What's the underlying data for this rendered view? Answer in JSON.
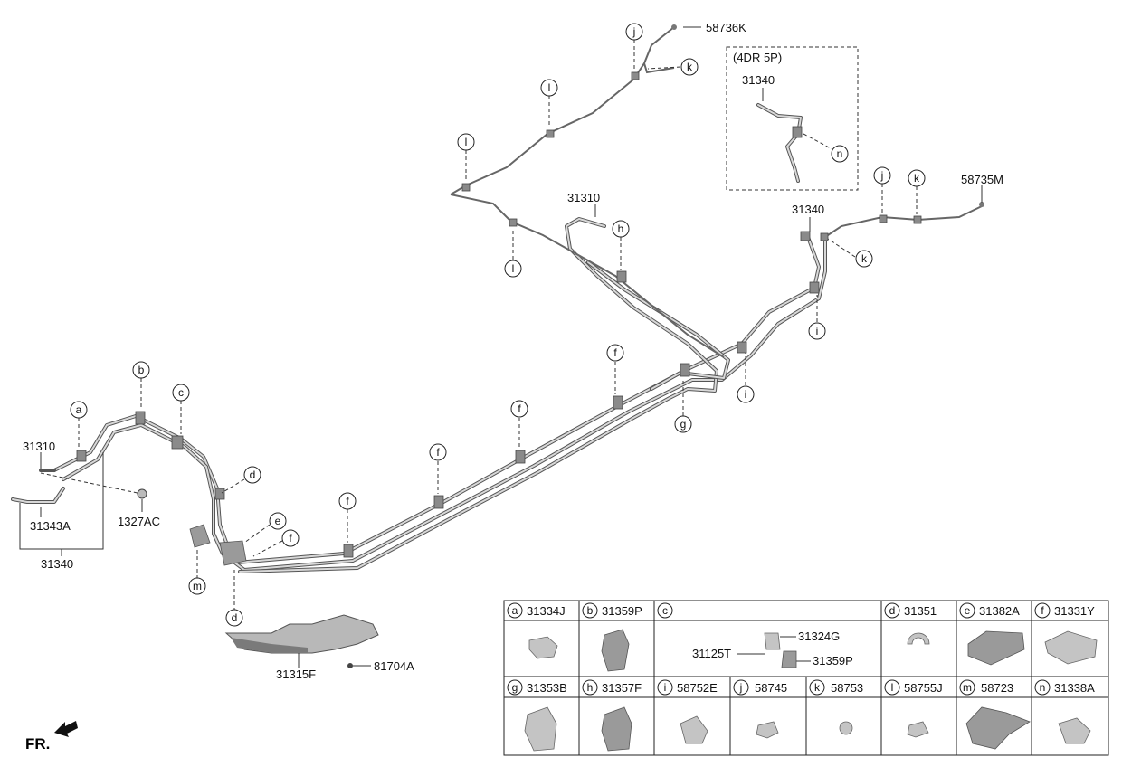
{
  "part_labels": {
    "p58736K": "58736K",
    "p4dr": "(4DR 5P)",
    "p31340_box": "31340",
    "p31310_top": "31310",
    "p31340_right": "31340",
    "p58735M": "58735M",
    "p31310_left": "31310",
    "p1327AC": "1327AC",
    "p31343A": "31343A",
    "p31340_left": "31340",
    "p31315F": "31315F",
    "p81704A": "81704A",
    "fr": "FR."
  },
  "callouts": {
    "a": "a",
    "b": "b",
    "c": "c",
    "d": "d",
    "e": "e",
    "f": "f",
    "g": "g",
    "h": "h",
    "i": "i",
    "j": "j",
    "k": "k",
    "l": "l",
    "m": "m",
    "n": "n"
  },
  "legend": {
    "row1": [
      {
        "letter": "a",
        "part": "31334J"
      },
      {
        "letter": "b",
        "part": "31359P"
      },
      {
        "letter": "c",
        "part": ""
      },
      {
        "letter": "d",
        "part": "31351"
      },
      {
        "letter": "e",
        "part": "31382A"
      },
      {
        "letter": "f",
        "part": "31331Y"
      }
    ],
    "row2": [
      {
        "letter": "g",
        "part": "31353B"
      },
      {
        "letter": "h",
        "part": "31357F"
      },
      {
        "letter": "i",
        "part": "58752E"
      },
      {
        "letter": "j",
        "part": "58745"
      },
      {
        "letter": "k",
        "part": "58753"
      },
      {
        "letter": "l",
        "part": "58755J"
      },
      {
        "letter": "m",
        "part": "58723"
      },
      {
        "letter": "n",
        "part": "31338A"
      }
    ],
    "c_sub": {
      "p1": "31324G",
      "p2": "31125T",
      "p3": "31359P"
    }
  }
}
